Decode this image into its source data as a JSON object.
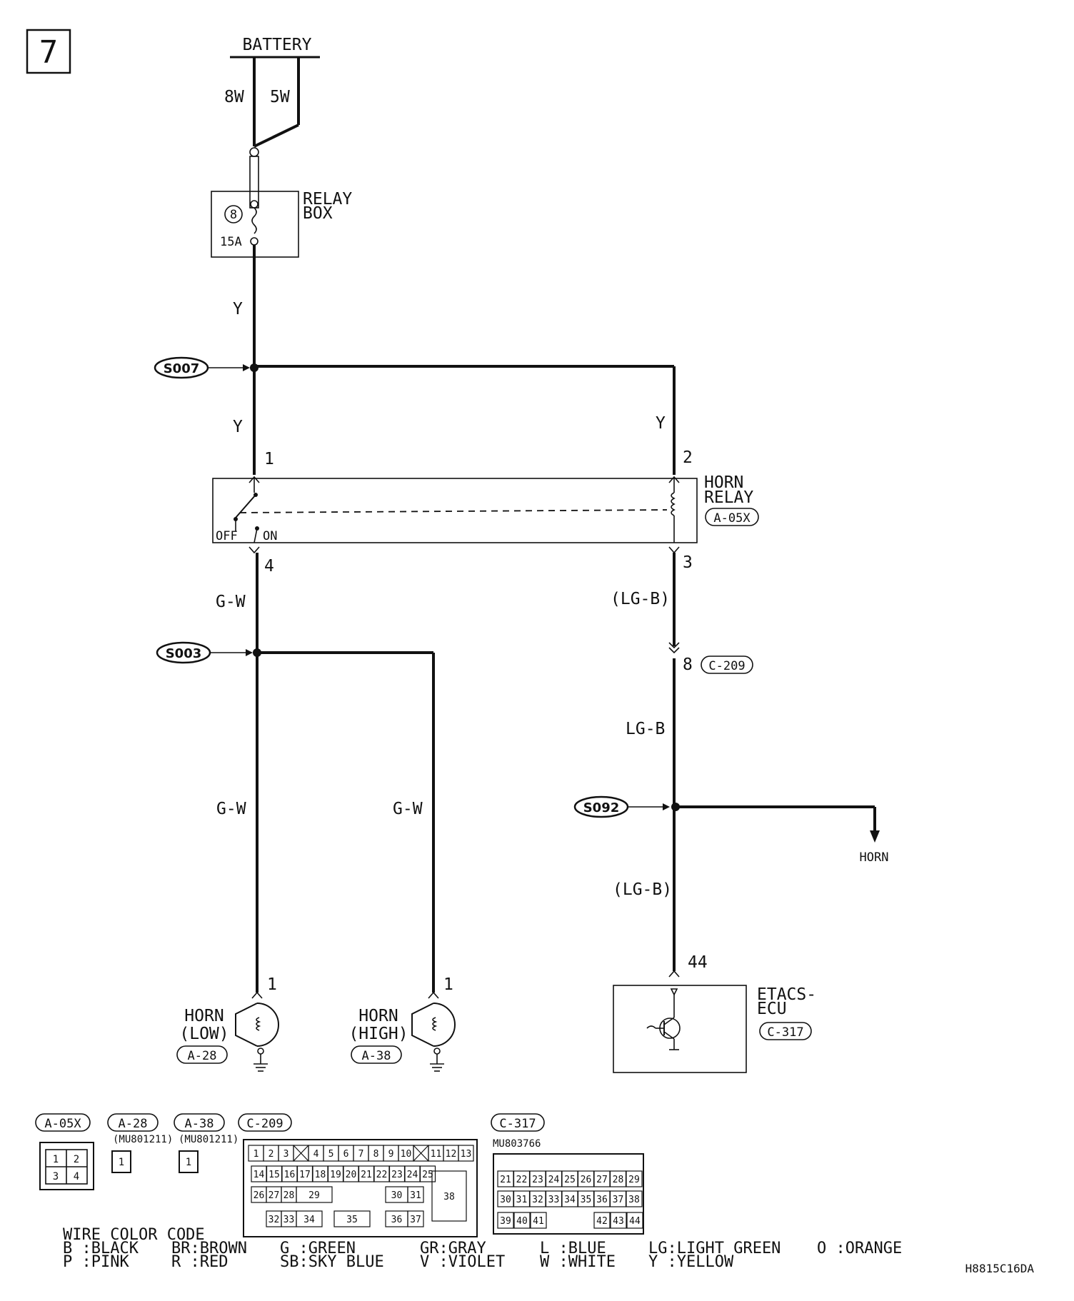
{
  "page_number": "7",
  "diagram_code": "H8815C16DA",
  "battery": {
    "label": "BATTERY",
    "wire_left": "8W",
    "wire_right": "5W"
  },
  "relay_box": {
    "label_line1": "RELAY",
    "label_line2": "BOX",
    "fuse_number": "8",
    "fuse_rating": "15A"
  },
  "wires": {
    "y_top": "Y",
    "y_left": "Y",
    "y_right": "Y",
    "gw_upper": "G-W",
    "gw_left": "G-W",
    "gw_right": "G-W",
    "lgb_upper": "(LG-B)",
    "lgb_mid": "LG-B",
    "lgb_lower": "(LG-B)"
  },
  "splices": {
    "s007": "S007",
    "s003": "S003",
    "s092": "S092"
  },
  "horn_relay": {
    "label_line1": "HORN",
    "label_line2": "RELAY",
    "connector": "A-05X",
    "pin1": "1",
    "pin2": "2",
    "pin3": "3",
    "pin4": "4",
    "off_label": "OFF",
    "on_label": "ON"
  },
  "c209_ref": {
    "pin": "8",
    "connector": "C-209"
  },
  "horn_output": "HORN",
  "horn_low": {
    "line1": "HORN",
    "line2": "(LOW)",
    "connector": "A-28",
    "pin": "1"
  },
  "horn_high": {
    "line1": "HORN",
    "line2": "(HIGH)",
    "connector": "A-38",
    "pin": "1"
  },
  "etacs": {
    "line1": "ETACS-",
    "line2": "ECU",
    "connector": "C-317",
    "pin": "44"
  },
  "connectors": {
    "a05x": {
      "label": "A-05X",
      "pins": [
        "1",
        "2",
        "3",
        "4"
      ]
    },
    "a28": {
      "label": "A-28",
      "part": "(MU801211)",
      "pin": "1"
    },
    "a38": {
      "label": "A-38",
      "part": "(MU801211)",
      "pin": "1"
    },
    "c209": {
      "label": "C-209",
      "row1": [
        "1",
        "2",
        "3",
        "",
        "4",
        "5",
        "6",
        "7",
        "8",
        "9",
        "10",
        "",
        "11",
        "12",
        "13"
      ],
      "row2": [
        "14",
        "15",
        "16",
        "17",
        "18",
        "19",
        "20",
        "21",
        "22",
        "23",
        "24",
        "25"
      ],
      "row3": [
        "26",
        "27",
        "28",
        "29",
        "30",
        "31"
      ],
      "row4": [
        "32",
        "33",
        "34",
        "35",
        "36",
        "37"
      ],
      "big": "38"
    },
    "c317": {
      "label": "C-317",
      "part": "MU803766",
      "row1": [
        "21",
        "22",
        "23",
        "24",
        "25",
        "26",
        "27",
        "28",
        "29"
      ],
      "row2": [
        "30",
        "31",
        "32",
        "33",
        "34",
        "35",
        "36",
        "37",
        "38"
      ],
      "row3": [
        "39",
        "40",
        "41",
        "42",
        "43",
        "44"
      ]
    }
  },
  "wire_color_code": {
    "title": "WIRE COLOR CODE",
    "row1": [
      "B :BLACK",
      "BR:BROWN",
      "G :GREEN",
      "GR:GRAY",
      "L :BLUE",
      "LG:LIGHT GREEN",
      "O :ORANGE"
    ],
    "row2": [
      "P :PINK",
      "R :RED",
      "SB:SKY BLUE",
      "V :VIOLET",
      "W :WHITE",
      "Y :YELLOW"
    ]
  }
}
